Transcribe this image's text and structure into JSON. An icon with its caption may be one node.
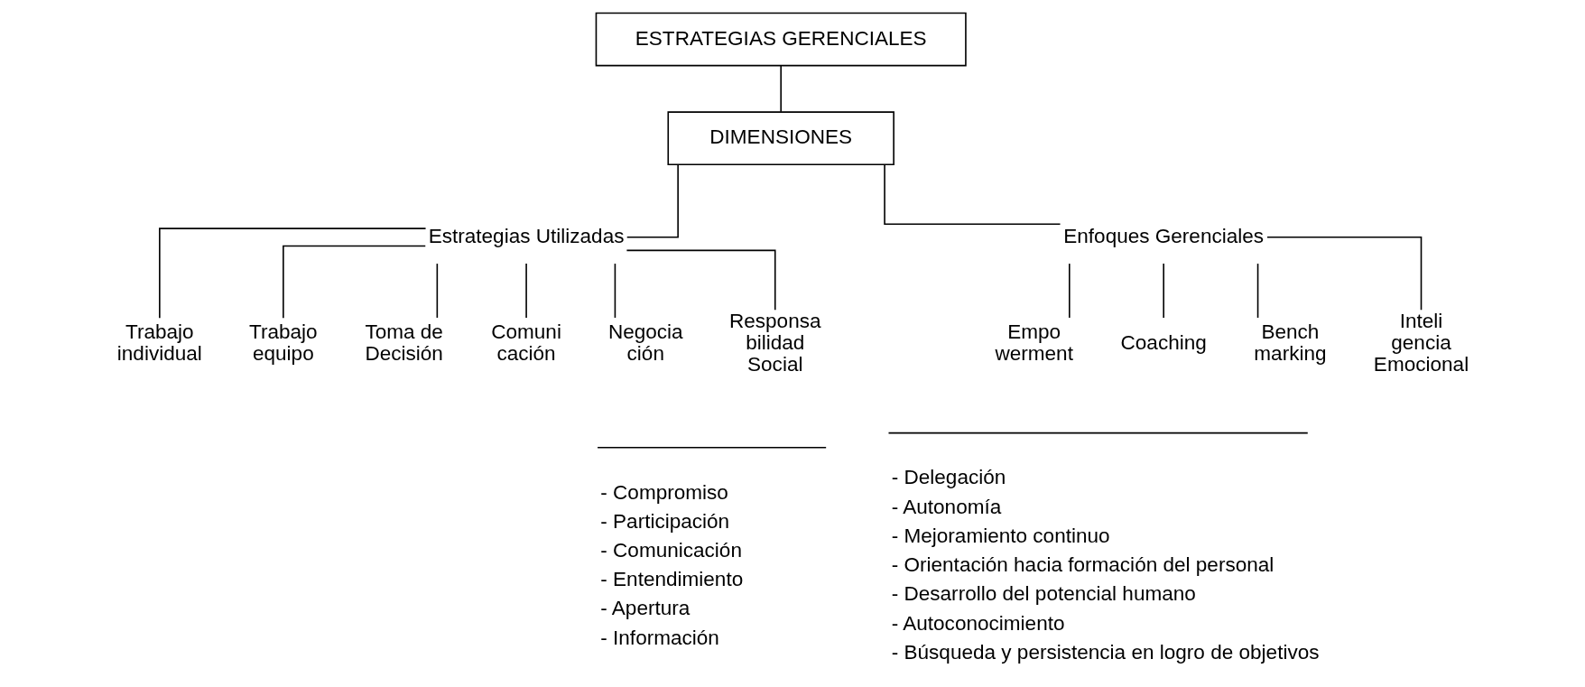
{
  "diagram": {
    "nodes": [
      {
        "text": [
          "ESTRATEGIAS GERENCIALES"
        ]
      },
      {
        "text": [
          "DIMENSIONES"
        ]
      },
      {
        "text": [
          "Estrategias Utilizadas"
        ]
      },
      {
        "text": [
          "Enfoques Gerenciales"
        ]
      },
      {
        "text": [
          "Trabajo individual"
        ]
      },
      {
        "text": [
          "Trabajo equipo"
        ]
      },
      {
        "text": [
          "Toma de Decisión"
        ]
      },
      {
        "text": [
          "Comuni cación"
        ]
      },
      {
        "text": [
          "Negocia ción"
        ]
      },
      {
        "text": [
          "Responsa bilidad Social"
        ]
      },
      {
        "text": [
          "Empo werment"
        ]
      },
      {
        "text": [
          "Coaching"
        ]
      },
      {
        "text": [
          "Bench marking"
        ]
      },
      {
        "text": [
          "Inteli gencia Emocional"
        ]
      }
    ],
    "edges": [
      {
        "from": 0,
        "to": 1,
        "arrow": "none"
      },
      {
        "from": 1,
        "to": 2,
        "arrow": "none"
      },
      {
        "from": 1,
        "to": 3,
        "arrow": "none"
      },
      {
        "from": 2,
        "to": 4,
        "arrow": "none"
      },
      {
        "from": 2,
        "to": 5,
        "arrow": "none"
      },
      {
        "from": 2,
        "to": 6,
        "arrow": "none"
      },
      {
        "from": 2,
        "to": 7,
        "arrow": "none"
      },
      {
        "from": 2,
        "to": 8,
        "arrow": "none"
      },
      {
        "from": 2,
        "to": 9,
        "arrow": "none"
      },
      {
        "from": 3,
        "to": 10,
        "arrow": "none"
      },
      {
        "from": 3,
        "to": 11,
        "arrow": "none"
      },
      {
        "from": 3,
        "to": 12,
        "arrow": "none"
      },
      {
        "from": 3,
        "to": 13,
        "arrow": "none"
      }
    ],
    "labels": [
      "- Compromiso",
      "- Participación",
      "- Comunicación",
      "- Entendimiento",
      "- Apertura",
      "- Información",
      "- Delegación",
      "- Autonomía",
      "- Mejoramiento continuo",
      "- Orientación hacia formación del personal",
      "- Desarrollo del potencial humano",
      "- Autoconocimiento",
      "- Búsqueda y persistencia en logro de objetivos"
    ]
  }
}
